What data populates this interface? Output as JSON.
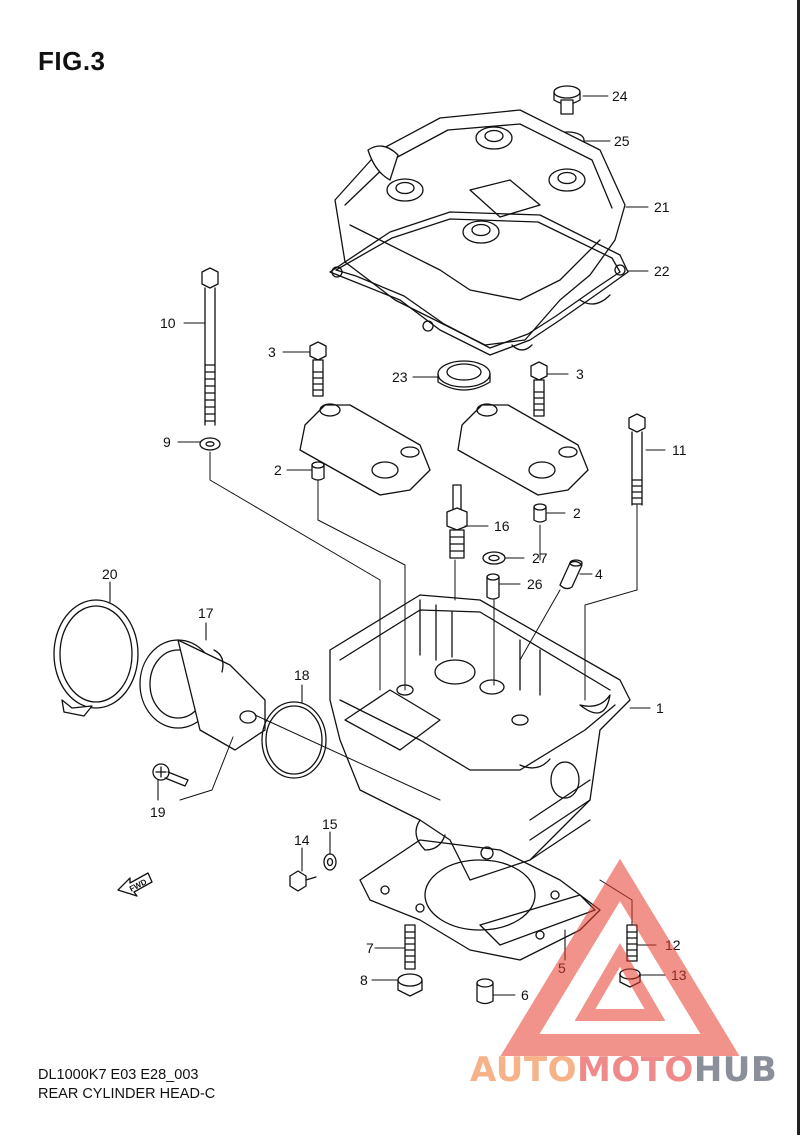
{
  "figure": {
    "title": "FIG.3",
    "code": "DL1000K7 E03 E28_003",
    "name": "REAR CYLINDER HEAD-C"
  },
  "callouts": [
    {
      "id": "c24",
      "label": "24"
    },
    {
      "id": "c25",
      "label": "25"
    },
    {
      "id": "c21",
      "label": "21"
    },
    {
      "id": "c22",
      "label": "22"
    },
    {
      "id": "c10",
      "label": "10"
    },
    {
      "id": "c3a",
      "label": "3"
    },
    {
      "id": "c23",
      "label": "23"
    },
    {
      "id": "c3b",
      "label": "3"
    },
    {
      "id": "c9",
      "label": "9"
    },
    {
      "id": "c11",
      "label": "11"
    },
    {
      "id": "c2a",
      "label": "2"
    },
    {
      "id": "c16",
      "label": "16"
    },
    {
      "id": "c2b",
      "label": "2"
    },
    {
      "id": "c27",
      "label": "27"
    },
    {
      "id": "c4",
      "label": "4"
    },
    {
      "id": "c26",
      "label": "26"
    },
    {
      "id": "c20",
      "label": "20"
    },
    {
      "id": "c17",
      "label": "17"
    },
    {
      "id": "c18",
      "label": "18"
    },
    {
      "id": "c1",
      "label": "1"
    },
    {
      "id": "c19",
      "label": "19"
    },
    {
      "id": "c14",
      "label": "14"
    },
    {
      "id": "c15",
      "label": "15"
    },
    {
      "id": "c7",
      "label": "7"
    },
    {
      "id": "c12",
      "label": "12"
    },
    {
      "id": "c5",
      "label": "5"
    },
    {
      "id": "c8",
      "label": "8"
    },
    {
      "id": "c13",
      "label": "13"
    },
    {
      "id": "c6",
      "label": "6"
    }
  ],
  "fwd_mark": "FWD",
  "watermark": {
    "part1": "AUTO",
    "part2": "MOTO",
    "part3": "HUB",
    "colors": {
      "auto": "#f6b38a",
      "moto": "#f08a8a",
      "hub": "#8a8f99",
      "triangle": "#e63b2e"
    }
  }
}
